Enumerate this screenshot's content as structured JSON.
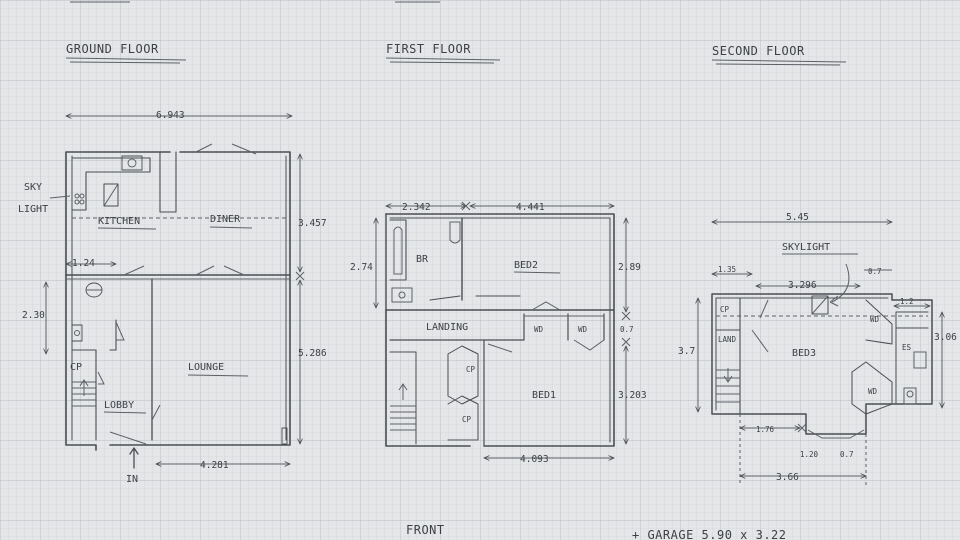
{
  "headings": {
    "ground": "GROUND FLOOR",
    "first": "FIRST FLOOR",
    "second": "SECOND FLOOR"
  },
  "ground": {
    "rooms": {
      "kitchen": "KITCHEN",
      "diner": "DINER",
      "lounge": "LOUNGE",
      "lobby": "LOBBY",
      "cp": "CP",
      "skylight": [
        "SKY",
        "LIGHT"
      ],
      "entry": "IN"
    },
    "dims": {
      "top_width": "6.943",
      "kitchen_height": "3.457",
      "lounge_height": "5.286",
      "hall_width": "1.24",
      "hall_height": "2.30",
      "lounge_width": "4.281"
    }
  },
  "first": {
    "rooms": {
      "bathroom": "BR",
      "bed2": "BED2",
      "landing": "LANDING",
      "bed1": "BED1",
      "wd1": "WD",
      "wd2": "WD",
      "cp1": "CP",
      "cp2": "CP"
    },
    "dims": {
      "bath_width": "2.342",
      "bed2_width": "4.441",
      "bath_height": "2.74",
      "bed2_height": "2.89",
      "gap": "0.7",
      "bed1_height": "3.203",
      "bed1_width": "4.093"
    }
  },
  "second": {
    "rooms": {
      "skylight": "SKYLIGHT",
      "bed3": "BED3",
      "cp": "CP",
      "land": "LAND",
      "es": "ES",
      "wd1": "WD",
      "wd2": "WD"
    },
    "dims": {
      "overall_width": "5.45",
      "left_width": "1.35",
      "mid_width": "3.296",
      "right_small": "0.7",
      "es_width": "1.2",
      "height_left": "3.7",
      "height_right": "3.06",
      "dormer_width": "1.76",
      "dormer_small": "1.20",
      "dormer_tiny": "0.7",
      "bottom_width": "3.66"
    }
  },
  "footer": {
    "front": "FRONT",
    "garage": "+ GARAGE 5.90 x 3.22"
  }
}
